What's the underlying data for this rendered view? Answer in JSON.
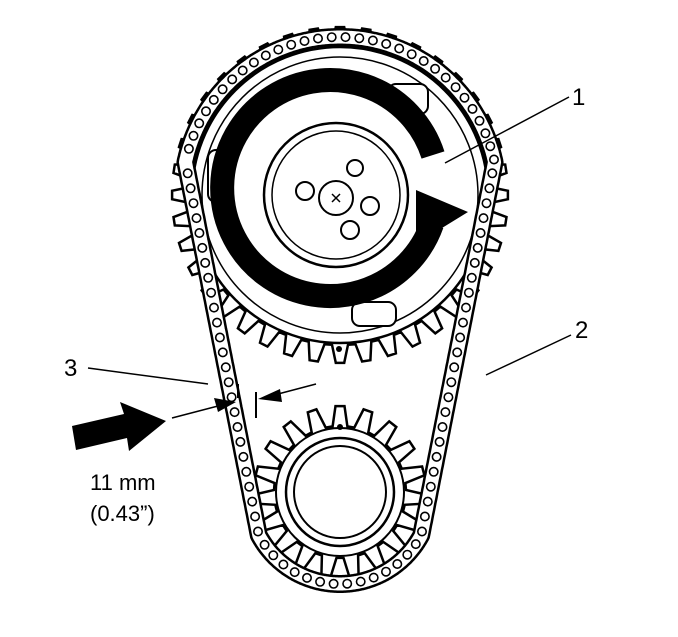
{
  "callouts": {
    "one": "1",
    "two": "2",
    "three": "3"
  },
  "measurement": {
    "metric": "11 mm",
    "imperial": "(0.43”)"
  },
  "colors": {
    "ink": "#000000",
    "paper": "#ffffff"
  }
}
